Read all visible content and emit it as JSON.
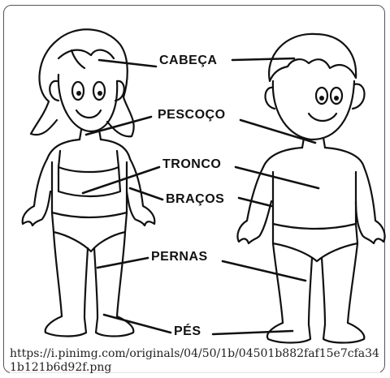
{
  "labels": {
    "head": "CABEÇA",
    "neck": "PESCOÇO",
    "trunk": "TRONCO",
    "arms": "BRAÇOS",
    "legs": "PERNAS",
    "feet": "PÉS"
  },
  "source_url": "https://i.pinimg.com/originals/04/50/1b/04501b882faf15e7cfa341b121b6d92f.png",
  "colors": {
    "ink": "#111111",
    "frame": "#555555",
    "background": "#ffffff"
  }
}
